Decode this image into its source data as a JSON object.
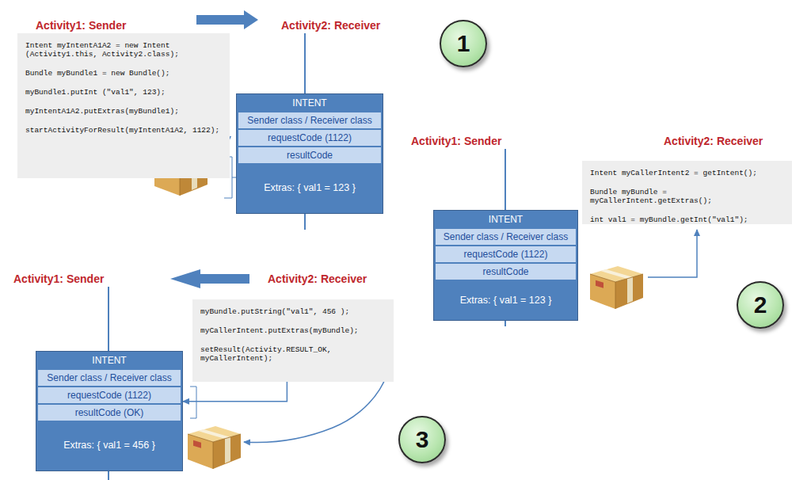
{
  "diagram": {
    "nodes": [
      {
        "text": [
          "Intent myIntentA1A2 = new Intent (Activity1.this, Activity2.class);",
          "Bundle myBundle1 = new Bundle();",
          "myBundle1.putInt (\"val1\", 123);",
          "myIntentA1A2.putExtras(myBundle1);",
          "startActivityForResult(myIntentA1A2, 1122);"
        ]
      },
      {
        "text": [
          "INTENT"
        ]
      },
      {
        "text": [
          "Sender class / Receiver class"
        ],
        "in": 1
      },
      {
        "text": [
          "requestCode (1122)"
        ],
        "in": 1
      },
      {
        "text": [
          "resultCode"
        ],
        "in": 1
      },
      {
        "text": [
          "Extras: { val1 = 123 }"
        ],
        "in": 1
      },
      {
        "text": [
          "1"
        ]
      },
      {
        "text": [
          "Intent myCallerIntent2 = getIntent();",
          "Bundle myBundle = myCallerIntent.getExtras();",
          "int val1 = myBundle.getInt(\"val1\");"
        ]
      },
      {
        "text": [
          "INTENT"
        ]
      },
      {
        "text": [
          "Sender class / Receiver class"
        ],
        "in": 8
      },
      {
        "text": [
          "requestCode (1122)"
        ],
        "in": 8
      },
      {
        "text": [
          "resultCode"
        ],
        "in": 8
      },
      {
        "text": [
          "Extras: { val1 = 123 }"
        ],
        "in": 8
      },
      {
        "text": [
          "2"
        ]
      },
      {
        "text": [
          "myBundle.putString(\"val1\", 456 );",
          "myCallerIntent.putExtras(myBundle);",
          "setResult(Activity.RESULT_OK, myCallerIntent);"
        ]
      },
      {
        "text": [
          "INTENT"
        ]
      },
      {
        "text": [
          "Sender class / Receiver class"
        ],
        "in": 15
      },
      {
        "text": [
          "requestCode (1122)"
        ],
        "in": 15
      },
      {
        "text": [
          "resultCode (OK)"
        ],
        "in": 15
      },
      {
        "text": [
          "Extras: { val1 = 456 }"
        ],
        "in": 15
      },
      {
        "text": [
          "3"
        ]
      }
    ],
    "edges": [
      {
        "from": 14,
        "to": 15,
        "arrow": "to"
      }
    ],
    "labels": [
      "Activity1: Sender",
      "Activity2: Receiver",
      "Activity1: Sender",
      "Activity2: Receiver",
      "Activity1: Sender",
      "Activity2: Receiver"
    ]
  }
}
